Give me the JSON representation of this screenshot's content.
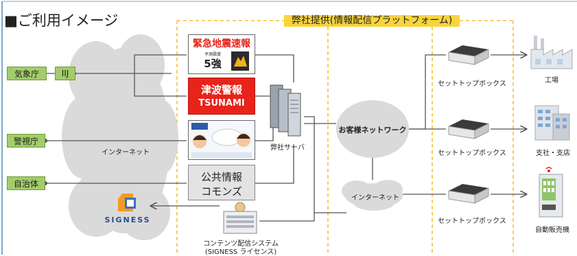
{
  "page": {
    "title": "■ご利用イメージ",
    "provider_label": "弊社提供(情報配信プラットフォーム)"
  },
  "sources": [
    {
      "label": "気象庁"
    },
    {
      "label": "IIJ"
    },
    {
      "label": "警視庁"
    },
    {
      "label": "自治体"
    }
  ],
  "clouds": {
    "internet_left": "インターネット",
    "customer_network": "お客様ネットワーク",
    "internet_center": "インターネット"
  },
  "content_panels": {
    "earthquake": {
      "heading": "緊急地震速報",
      "intensity_caption": "予測震度",
      "intensity": "5強"
    },
    "tsunami": {
      "heading": "津波警報",
      "sub": "TSUNAMI"
    },
    "police": {
      "line1": "",
      "line2": ""
    },
    "public_info": {
      "line1": "公共情報",
      "line2": "コモンズ"
    }
  },
  "server_label": "弊社サーバ",
  "logo_text": "SIGNESS",
  "cms": {
    "line1": "コンテンツ配信システム",
    "line2": "(SIGNESS ライセンス)"
  },
  "stb_label": "セットトップボックス",
  "destinations": [
    {
      "label": "工場",
      "icon": "factory-icon"
    },
    {
      "label": "支社・支店",
      "icon": "office-building-icon"
    },
    {
      "label": "自動販売機",
      "icon": "vending-machine-icon"
    }
  ],
  "colors": {
    "accent_green": "#a3cc6a",
    "accent_yellow": "#f8d43c",
    "alert_red": "#e8231a",
    "dashed_border": "#f0b400",
    "cloud_gray": "#dadada"
  }
}
